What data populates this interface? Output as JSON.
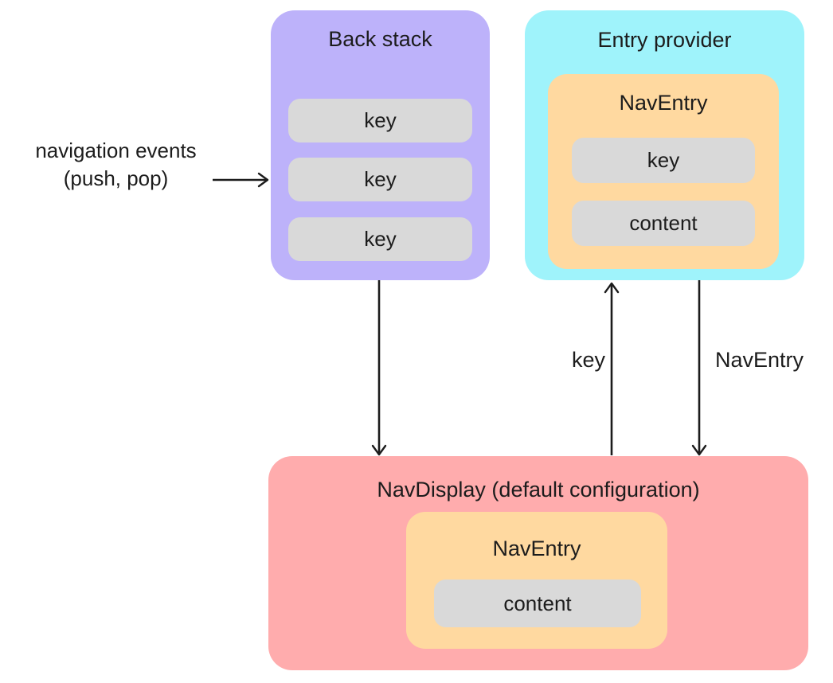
{
  "diagram": {
    "back_stack": {
      "title": "Back stack",
      "keys": [
        "key",
        "key",
        "key"
      ]
    },
    "entry_provider": {
      "title": "Entry provider",
      "nav_entry": {
        "title": "NavEntry",
        "key": "key",
        "content": "content"
      }
    },
    "nav_display": {
      "title": "NavDisplay (default configuration)",
      "nav_entry": {
        "title": "NavEntry",
        "content": "content"
      }
    },
    "labels": {
      "navigation_events_line1": "navigation events",
      "navigation_events_line2": "(push, pop)",
      "key_arrow": "key",
      "nav_entry_arrow": "NavEntry"
    },
    "colors": {
      "purple": "#bdb2fa",
      "cyan": "#9ff3fb",
      "orange": "#ffd9a0",
      "gray": "#d9d9d9",
      "pink": "#ffacad",
      "arrow": "#1c1c1c"
    }
  }
}
